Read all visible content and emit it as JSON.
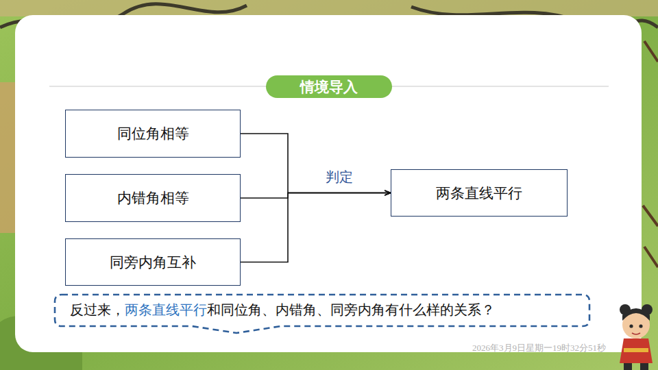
{
  "diagram": {
    "title": "情境导入",
    "nodes": [
      {
        "text": [
          "同位角相等"
        ]
      },
      {
        "text": [
          "内错角相等"
        ]
      },
      {
        "text": [
          "同旁内角互补"
        ]
      },
      {
        "text": [
          "两条直线平行"
        ]
      },
      {
        "text": [
          "反过来，",
          "两条直线平行",
          "和同位角、内错角、同旁内角有什么样的关系？"
        ]
      }
    ],
    "edges": [
      {
        "from": 0,
        "to": 3,
        "arrow": "to"
      },
      {
        "from": 1,
        "to": 3,
        "arrow": "to",
        "label": "判定"
      },
      {
        "from": 2,
        "to": 3,
        "arrow": "to"
      }
    ],
    "labels": [
      "2026年3月9日星期一19时32分51秒"
    ]
  }
}
